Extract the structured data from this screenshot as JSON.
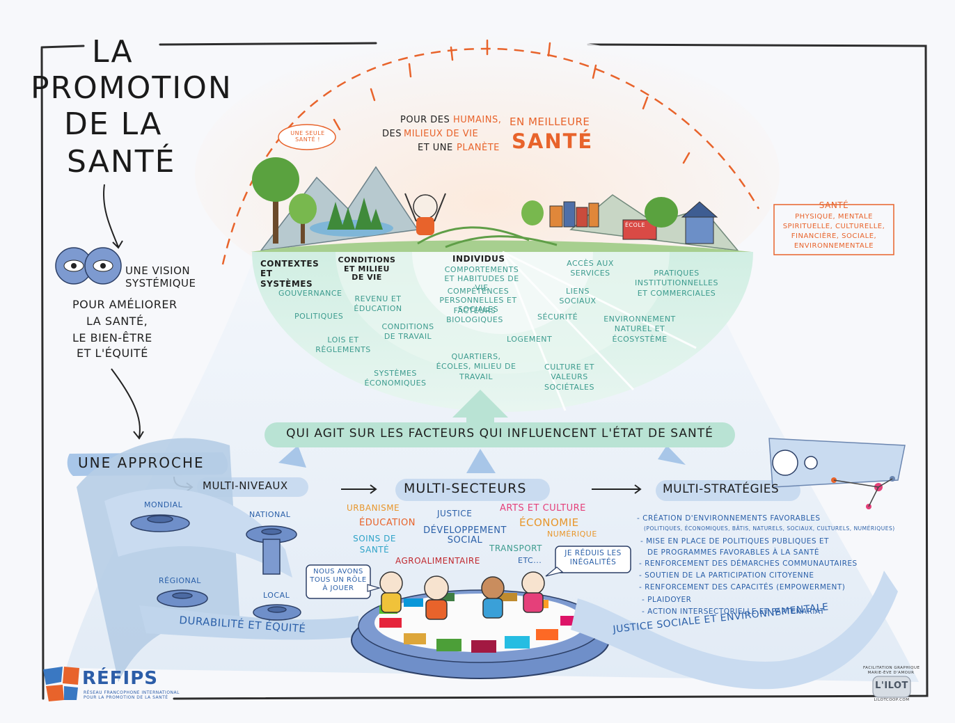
{
  "title": {
    "line1": "LA",
    "line2": "PROMOTION",
    "line3": "DE LA",
    "line4": "SANTÉ"
  },
  "vision": {
    "label": "UNE VISION SYSTÉMIQUE",
    "purpose": [
      "POUR AMÉLIORER",
      "LA SANTÉ,",
      "LE BIEN-ÊTRE",
      "ET L'ÉQUITÉ"
    ]
  },
  "header": {
    "line1_a": "POUR DES",
    "line1_b": "HUMAINS,",
    "line2_a": "DES",
    "line2_b": "MILIEUX DE VIE",
    "line3_a": "ET UNE",
    "line3_b": "PLANÈTE",
    "meilleure": "EN MEILLEURE",
    "sante": "SANTÉ",
    "une_seule_sante": "UNE SEULE SANTÉ !",
    "ecole": "ÉCOLE"
  },
  "sante_box": {
    "title": "SANTÉ",
    "lines": [
      "PHYSIQUE, MENTALE",
      "SPIRITUELLE, CULTURELLE,",
      "FINANCIÈRE, SOCIALE,",
      "ENVIRONNEMENTALE"
    ]
  },
  "layers": {
    "contextes": "CONTEXTES ET SYSTÈMES",
    "conditions": "CONDITIONS ET MILIEU DE VIE",
    "individus": "INDIVIDUS"
  },
  "factors": {
    "gouvernance": "GOUVERNANCE",
    "politiques": "POLITIQUES",
    "lois": "LOIS ET RÈGLEMENTS",
    "systemes_eco": "SYSTÈMES ÉCONOMIQUES",
    "revenu": "REVENU ET ÉDUCATION",
    "conditions_travail": "CONDITIONS DE TRAVAIL",
    "quartiers": "QUARTIERS, ÉCOLES, MILIEU DE TRAVAIL",
    "comportements": "COMPORTEMENTS ET HABITUDES DE VIE",
    "competences": "COMPÉTENCES PERSONNELLES ET SOCIALES",
    "biologiques": "FACTEURS BIOLOGIQUES",
    "acces": "ACCÈS AUX SERVICES",
    "liens": "LIENS SOCIAUX",
    "securite": "SÉCURITÉ",
    "logement": "LOGEMENT",
    "culture": "CULTURE ET VALEURS SOCIÉTALES",
    "pratiques": "PRATIQUES INSTITUTIONNELLES ET COMMERCIALES",
    "environnement": "ENVIRONNEMENT NATUREL ET ÉCOSYSTÈME"
  },
  "banner": "QUI AGIT SUR LES FACTEURS QUI INFLUENCENT L'ÉTAT DE SANTÉ",
  "approach": {
    "label": "UNE APPROCHE",
    "multi_niveaux": "MULTI-NIVEAUX",
    "multi_secteurs": "MULTI-SECTEURS",
    "multi_strategies": "MULTI-STRATÉGIES"
  },
  "levels": {
    "mondial": "MONDIAL",
    "national": "NATIONAL",
    "regional": "RÉGIONAL",
    "local": "LOCAL"
  },
  "sectors": {
    "urbanisme": "URBANISME",
    "education": "ÉDUCATION",
    "soins": "SOINS DE SANTÉ",
    "justice": "JUSTICE",
    "developpement": "DÉVELOPPEMENT SOCIAL",
    "arts": "ARTS ET CULTURE",
    "economie": "ÉCONOMIE",
    "numerique": "NUMÉRIQUE",
    "transport": "TRANSPORT",
    "agro": "AGROALIMENTAIRE",
    "etc": "ETC..."
  },
  "strategies": [
    "- CRÉATION D'ENVIRONNEMENTS FAVORABLES",
    "(POLITIQUES, ÉCONOMIQUES, BÂTIS, NATURELS, SOCIAUX, CULTURELS, NUMÉRIQUES)",
    "- MISE EN PLACE DE POLITIQUES PUBLIQUES ET",
    "DE PROGRAMMES FAVORABLES À LA SANTÉ",
    "- RENFORCEMENT DES DÉMARCHES COMMUNAUTAIRES",
    "- SOUTIEN DE LA PARTICIPATION CITOYENNE",
    "- RENFORCEMENT DES CAPACITÉS (EMPOWERMENT)",
    "- PLAIDOYER",
    "- ACTION INTERSECTORIELLE ET PARTENARIAT"
  ],
  "bubbles": {
    "role": "NOUS AVONS TOUS UN RÔLE À JOUER",
    "inegalites": "JE RÉDUIS LES INÉGALITÉS"
  },
  "ribbons": {
    "durabilite": "DURABILITÉ ET ÉQUITÉ",
    "justice": "JUSTICE SOCIALE ET ENVIRONNEMENTALE"
  },
  "footer": {
    "refips": "RÉFIPS",
    "refips_sub1": "RÉSEAU FRANCOPHONE INTERNATIONAL",
    "refips_sub2": "POUR LA PROMOTION DE LA SANTÉ",
    "credit1": "FACILITATION GRAPHIQUE",
    "credit2": "MARIE-ÈVE D'AMOUR",
    "lilot": "L'ILOT",
    "lilot_url": "LILOTCOOP.COM"
  },
  "colors": {
    "teal": "#3c9b8e",
    "orange": "#e8632b",
    "blue": "#2a5fa8",
    "banner": "#b9e3d4",
    "dome": "#d7efe6"
  }
}
